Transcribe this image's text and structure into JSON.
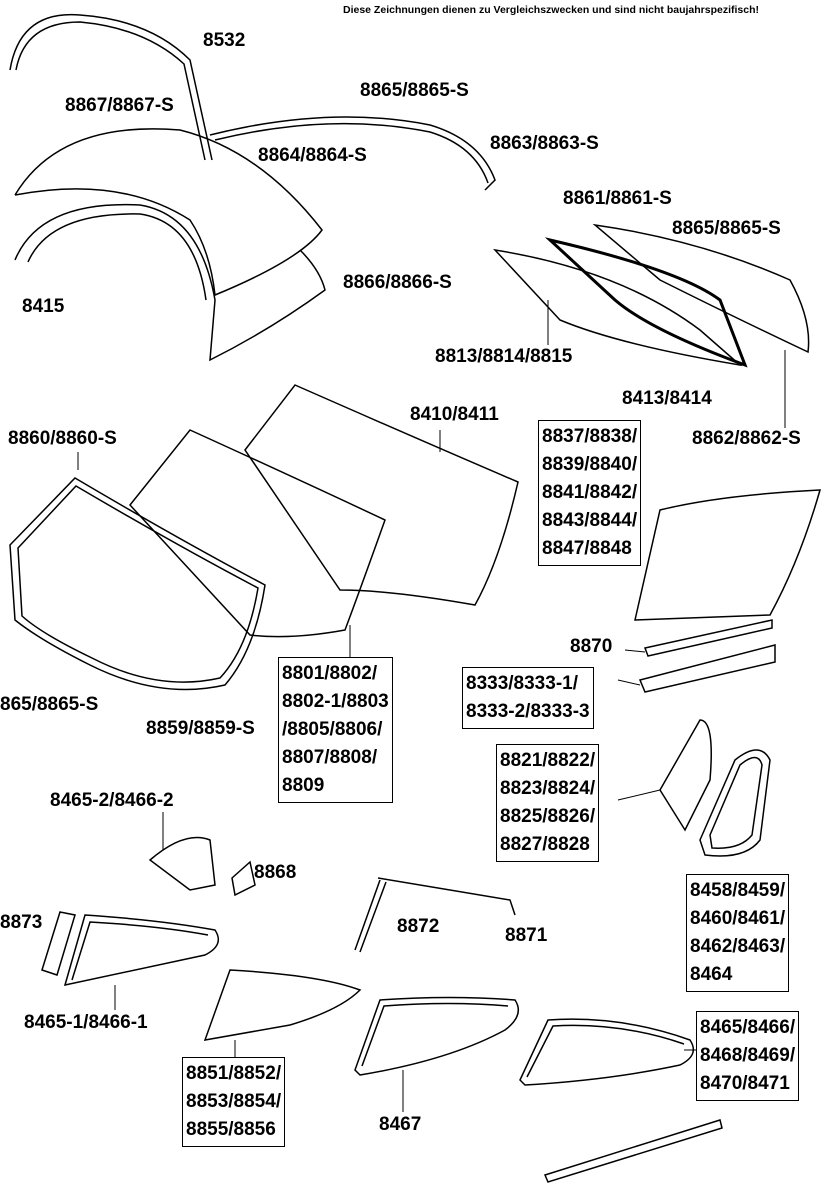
{
  "notice": "Diese Zeichnungen dienen zu Vergleichszwecken und sind nicht baujahrspezifisch!",
  "labels": {
    "p8532": "8532",
    "p8867": "8867/8867-S",
    "p8865a": "8865/8865-S",
    "p8864": "8864/8864-S",
    "p8863": "8863/8863-S",
    "p8861": "8861/8861-S",
    "p8865b": "8865/8865-S",
    "p8415": "8415",
    "p8866": "8866/8866-S",
    "p8813": "8813/8814/8815",
    "p8413": "8413/8414",
    "p8410": "8410/8411",
    "p8860": "8860/8860-S",
    "p8862": "8862/8862-S",
    "p8870": "8870",
    "p865": "865/8865-S",
    "p8859": "8859/8859-S",
    "p8465_2": "8465-2/8466-2",
    "p8868": "8868",
    "p8873": "8873",
    "p8872": "8872",
    "p8871": "8871",
    "p8465_1": "8465-1/8466-1",
    "p8467": "8467"
  },
  "boxes": {
    "b8837": [
      "8837/8838/",
      "8839/8840/",
      "8841/8842/",
      "8843/8844/",
      "8847/8848"
    ],
    "b8333": [
      "8333/8333-1/",
      "8333-2/8333-3"
    ],
    "b8801": [
      "8801/8802/",
      "8802-1/8803",
      "/8805/8806/",
      "8807/8808/",
      "8809"
    ],
    "b8821": [
      "8821/8822/",
      "8823/8824/",
      "8825/8826/",
      "8827/8828"
    ],
    "b8458": [
      "8458/8459/",
      "8460/8461/",
      "8462/8463/",
      "8464"
    ],
    "b8465": [
      "8465/8466/",
      "8468/8469/",
      "8470/8471"
    ],
    "b8851": [
      "8851/8852/",
      "8853/8854/",
      "8855/8856"
    ]
  }
}
